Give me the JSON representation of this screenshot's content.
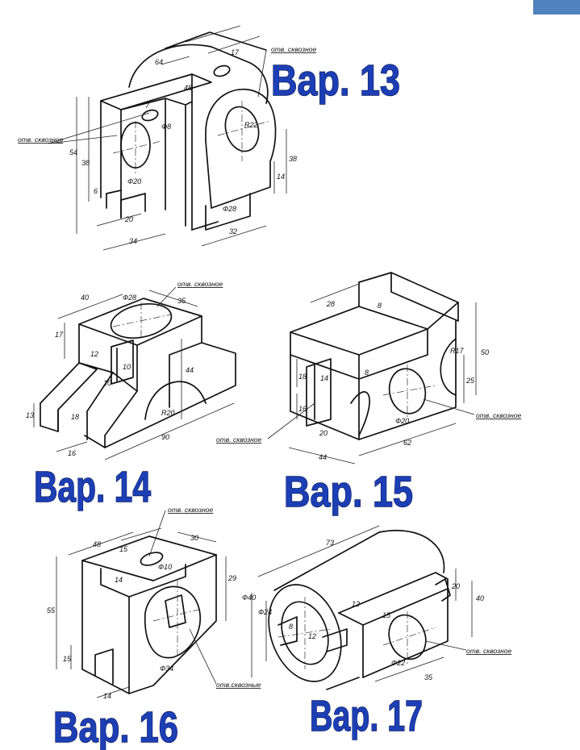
{
  "accent": "#4f81bd",
  "title_color": "#1d3fb5",
  "notes": {
    "thru": "отв. сквозное",
    "thru_plural": "отв.сквозные"
  },
  "v13": {
    "label": "Вар. 13",
    "d": [
      "64",
      "17",
      "48",
      "7",
      "Ф8",
      "R22",
      "54",
      "38",
      "6",
      "Ф20",
      "20",
      "34",
      "Ф28",
      "32",
      "38",
      "14"
    ]
  },
  "v14": {
    "label": "Вар. 14",
    "d": [
      "40",
      "Ф28",
      "35",
      "17",
      "12",
      "10",
      "10",
      "44",
      "13",
      "18",
      "16",
      "R20",
      "90"
    ]
  },
  "v15": {
    "label": "Вар. 15",
    "d": [
      "28",
      "8",
      "50",
      "R17",
      "18",
      "14",
      "8",
      "25",
      "16",
      "20",
      "Ф20",
      "44",
      "62"
    ]
  },
  "v16": {
    "label": "Вар. 16",
    "d": [
      "48",
      "15",
      "30",
      "Ф10",
      "14",
      "55",
      "29",
      "15",
      "Ф34",
      "14"
    ]
  },
  "v17": {
    "label": "Вар. 17",
    "d": [
      "73",
      "Ф40",
      "Ф24",
      "20",
      "40",
      "12",
      "15",
      "12",
      "8",
      "Ф22",
      "35"
    ]
  }
}
